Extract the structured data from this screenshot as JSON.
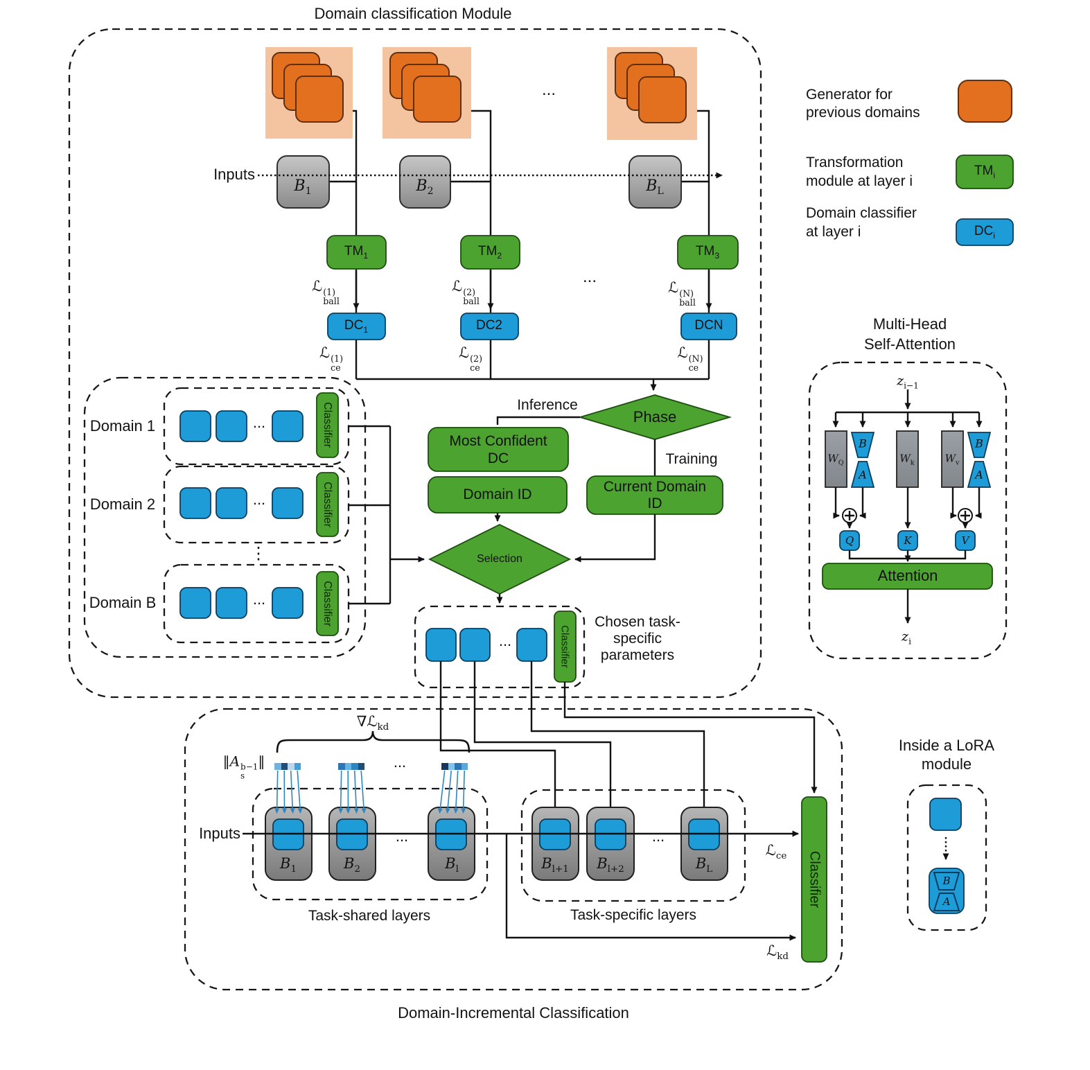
{
  "colors": {
    "orange": "#e2701e",
    "orange_bg": "#f4c3a0",
    "orange_stroke": "#5f2f10",
    "green": "#4ca330",
    "green_stroke": "#1d4d10",
    "blue": "#1e9cd8",
    "blue_stroke": "#0a3d5c"
  },
  "module_title": "Domain classification Module",
  "legend": {
    "gen_l1": "Generator for",
    "gen_l2": "previous domains",
    "tm_l1": "Transformation",
    "tm_l2": "module at layer i",
    "dc_l1": "Domain classifier",
    "dc_l2": "at layer i",
    "tm_swatch": {
      "b": "TM",
      "s": "i"
    },
    "dc_swatch": {
      "b": "DC",
      "s": "i"
    }
  },
  "top": {
    "inputs_label": "Inputs",
    "ellipsis": "...",
    "cols": [
      {
        "b": {
          "b": "B",
          "s": "1"
        },
        "tm": {
          "b": "TM",
          "s": "1"
        },
        "dc": {
          "b": "DC",
          "s": "1"
        },
        "ball": {
          "base": "ℒ",
          "sub": "ball",
          "sup": "(1)"
        },
        "ce": {
          "base": "ℒ",
          "sub": "ce",
          "sup": "(1)"
        }
      },
      {
        "b": {
          "b": "B",
          "s": "2"
        },
        "tm": {
          "b": "TM",
          "s": "2"
        },
        "dc": {
          "b": "DC2",
          "s": ""
        },
        "ball": {
          "base": "ℒ",
          "sub": "ball",
          "sup": "(2)"
        },
        "ce": {
          "base": "ℒ",
          "sub": "ce",
          "sup": "(2)"
        }
      },
      {
        "b": {
          "b": "B",
          "s": "L"
        },
        "tm": {
          "b": "TM",
          "s": "3"
        },
        "dc": {
          "b": "DCN",
          "s": ""
        },
        "ball": {
          "base": "ℒ",
          "sub": "ball",
          "sup": "(N)"
        },
        "ce": {
          "base": "ℒ",
          "sub": "ce",
          "sup": "(N)"
        }
      }
    ]
  },
  "flow": {
    "phase": "Phase",
    "inference": "Inference",
    "training": "Training",
    "most_confident_l1": "Most Confident",
    "most_confident_l2": "DC",
    "domain_id": "Domain ID",
    "current_l1": "Current Domain",
    "current_l2": "ID",
    "selection": "Selection"
  },
  "domains": {
    "rows": [
      {
        "label": "Domain 1"
      },
      {
        "label": "Domain 2"
      },
      {
        "label": "Domain B"
      }
    ],
    "classifier": "Classifier",
    "vdots": "⋮",
    "ellipsis": "..."
  },
  "chosen": {
    "l1": "Chosen task-",
    "l2": "specific",
    "l3": "parameters",
    "classifier": "Classifier",
    "ellipsis": "..."
  },
  "mhsa": {
    "title_l1": "Multi-Head",
    "title_l2": "Self-Attention",
    "z_in": {
      "b": "z",
      "s": "i−1"
    },
    "z_out": {
      "b": "z",
      "s": "i"
    },
    "wq": {
      "b": "W",
      "s": "Q"
    },
    "wk": {
      "b": "W",
      "s": "k"
    },
    "wv": {
      "b": "W",
      "s": "v"
    },
    "B": "B",
    "A": "A",
    "q": "Q",
    "k": "K",
    "v": "V",
    "attention": "Attention"
  },
  "bottom": {
    "inputs_label": "Inputs",
    "grad": {
      "base": "∇ℒ",
      "sub": "kd"
    },
    "norm": {
      "pre": "‖",
      "var": "A",
      "sup": "b−1",
      "sub": "s",
      "post": "‖"
    },
    "strips": [
      [
        "#6fb1e0",
        "#1f4e79",
        "#bdd7ee",
        "#41a0dc"
      ],
      [
        "#2e75b6",
        "#63b4e4",
        "#2e86c1",
        "#1f4e79"
      ],
      [
        "#17375e",
        "#7fc4ea",
        "#2e75b6",
        "#5ba7db"
      ]
    ],
    "blocks_shared": [
      {
        "b": "B",
        "s": "1"
      },
      {
        "b": "B",
        "s": "2"
      },
      {
        "b": "B",
        "s": "l"
      }
    ],
    "blocks_specific": [
      {
        "b": "B",
        "s": "l+1"
      },
      {
        "b": "B",
        "s": "l+2"
      },
      {
        "b": "B",
        "s": "L"
      }
    ],
    "shared_label": "Task-shared layers",
    "specific_label": "Task-specific layers",
    "lce": {
      "base": "ℒ",
      "sub": "ce"
    },
    "lkd": {
      "base": "ℒ",
      "sub": "kd"
    },
    "classifier": "Classifier",
    "caption": "Domain-Incremental Classification",
    "ellipsis": "..."
  },
  "lora": {
    "title_l1": "Inside a LoRA",
    "title_l2": "module",
    "B": "B",
    "A": "A"
  }
}
